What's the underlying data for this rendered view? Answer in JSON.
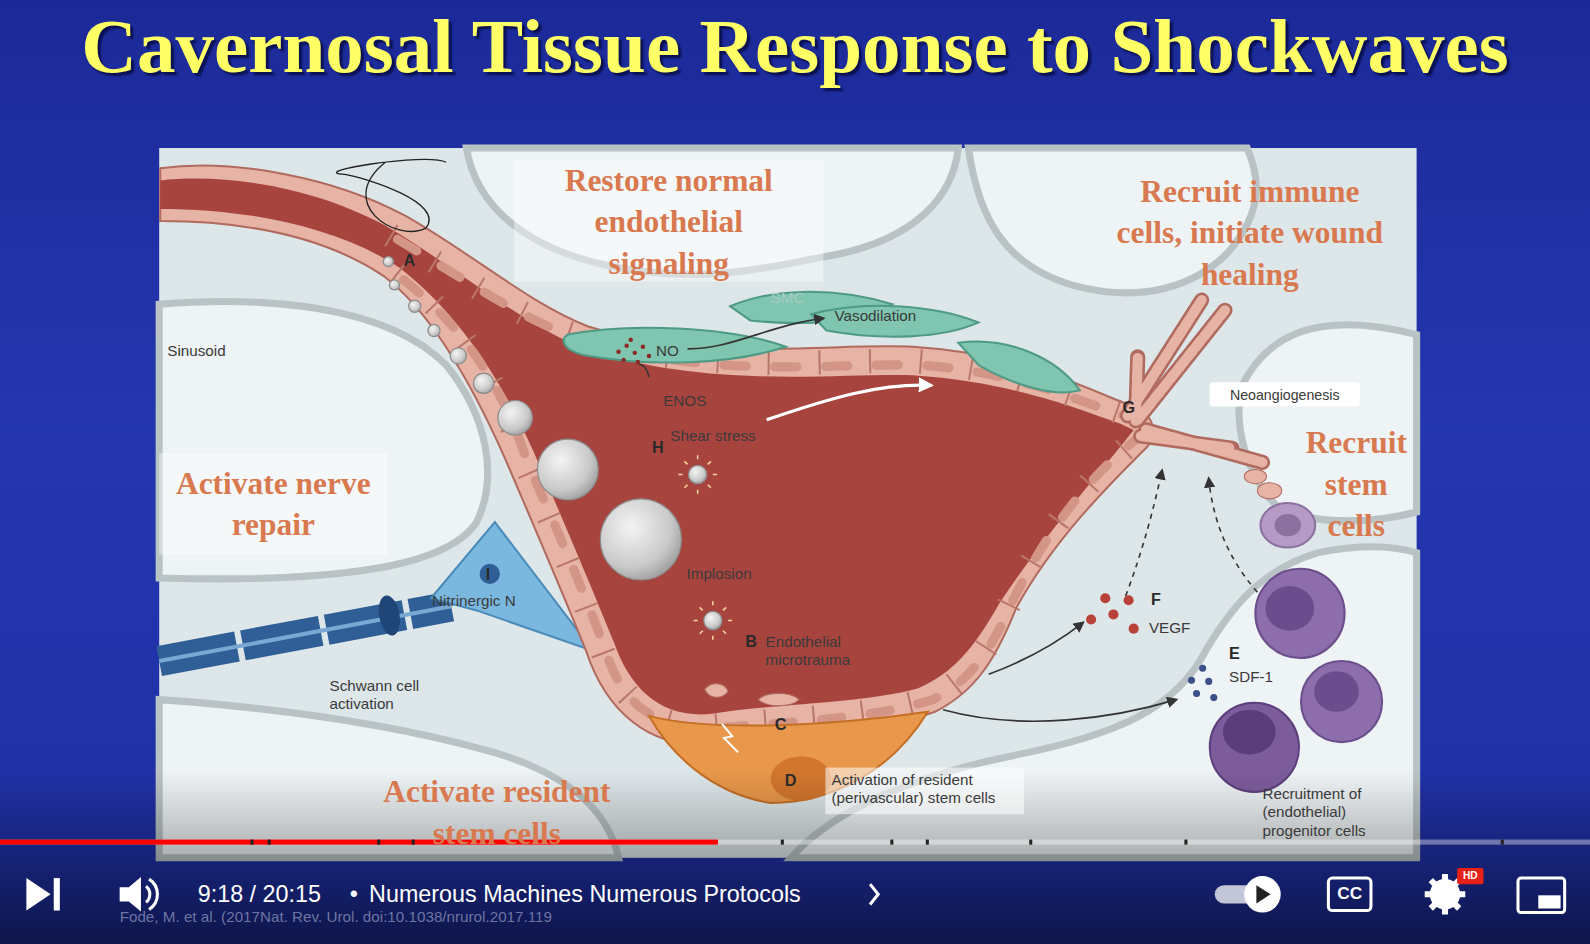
{
  "diagram": {
    "title": "Cavernosal Tissue Response to Shockwaves",
    "caption": "Fode, M. et al. (2017Nat. Rev. Urol. doi:10.1038/nrurol.2017.119",
    "nodes": [
      {
        "text": [
          "Restore normal endothelial signaling"
        ]
      },
      {
        "text": [
          "Activate nerve repair"
        ]
      },
      {
        "text": [
          "Neoangiogenesis"
        ]
      },
      {
        "text": [
          "Activation of resident (perivascular) stem cells"
        ]
      }
    ],
    "labels": [
      "Recruit immune cells, initiate wound healing",
      "Recruit stem cells",
      "Activate resident stem cells",
      "Sinusoid",
      "A",
      "SMC",
      "Vasodilation",
      "NO",
      "ENOS",
      "H",
      "Shear stress",
      "G",
      "Implosion",
      "B",
      "Endothelial microtrauma",
      "C",
      "D",
      "F",
      "VEGF",
      "E",
      "SDF-1",
      "Recruitment of (endothelial) progenitor cells",
      "I",
      "Nitrinergic N",
      "Schwann cell activation",
      "9:18 / 20:15",
      "•",
      "Numerous Machines Numerous Protocols",
      "CC",
      "HD"
    ]
  }
}
